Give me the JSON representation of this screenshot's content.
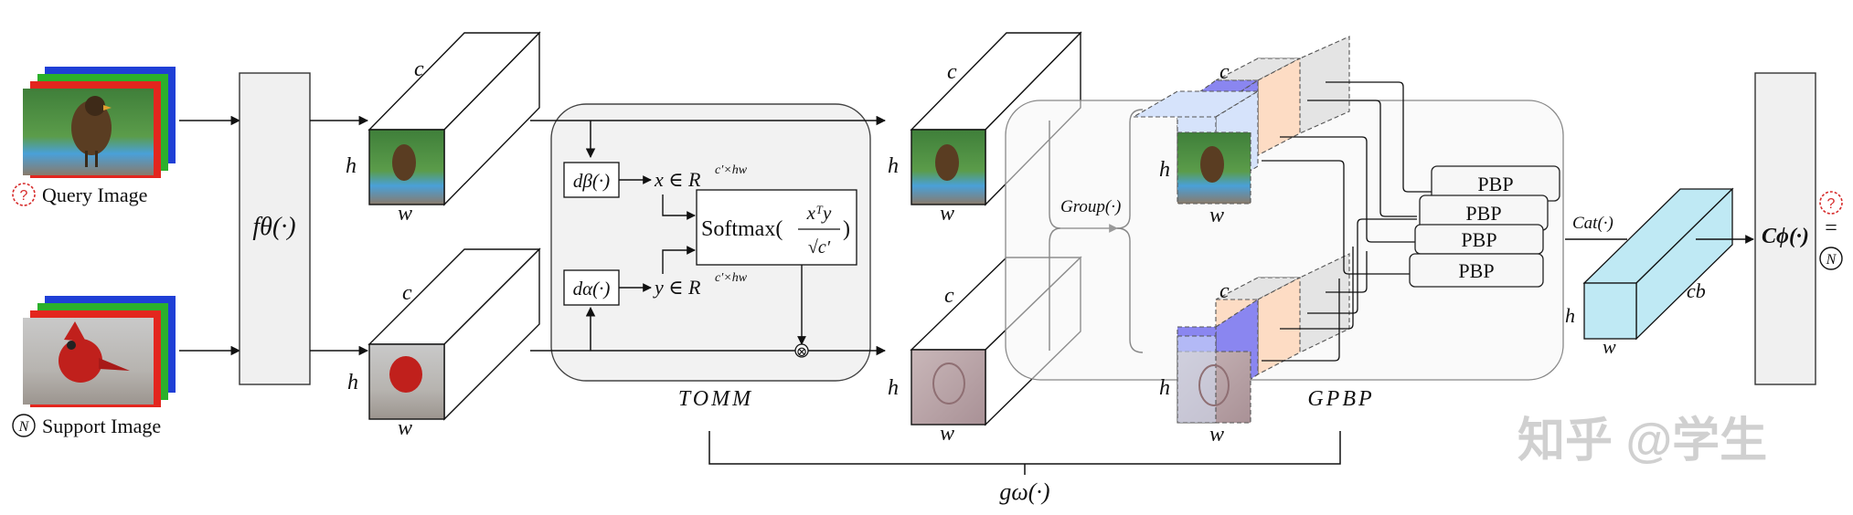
{
  "inputs": {
    "query": {
      "marker": "?",
      "label": "Query Image"
    },
    "support": {
      "marker": "N",
      "label": "Support Image"
    }
  },
  "embedding": {
    "label": "fθ(·)"
  },
  "dims": {
    "c": "c",
    "h": "h",
    "w": "w",
    "cb": "cb"
  },
  "tomm": {
    "title": "TOMM",
    "d_beta": "dβ(·)",
    "d_alpha": "dα(·)",
    "x_eq": "x ∈ R",
    "x_sup": "c′×hw",
    "y_eq": "y ∈ R",
    "y_sup": "c′×hw",
    "softmax": "Softmax(",
    "softmax_num": "xᵀy",
    "softmax_den": "√c′",
    "softmax_close": ")",
    "otimes": "⊗"
  },
  "gpbp": {
    "title": "GPBP",
    "group": "Group(·)",
    "pbp_labels": [
      "PBP",
      "PBP",
      "PBP",
      "PBP"
    ],
    "cat": "Cat(·)"
  },
  "classifier": {
    "label": "Cϕ(·)",
    "eq": "=",
    "query_marker": "?",
    "class_marker": "N"
  },
  "gomega": {
    "label": "gω(·)"
  },
  "watermark": {
    "text": "知乎 @学生"
  },
  "colors": {
    "rgb_stack": [
      "#1f3fd6",
      "#2bb02b",
      "#e3261e"
    ],
    "support_bg": "#f6f6f6",
    "cuboid_blue": "#bfe9f4",
    "cuboid_purple": "#8a86f0",
    "cuboid_peach": "#fddcc4",
    "cuboid_lightblue": "#d6e3fb",
    "marker_red": "#d62b2b"
  }
}
